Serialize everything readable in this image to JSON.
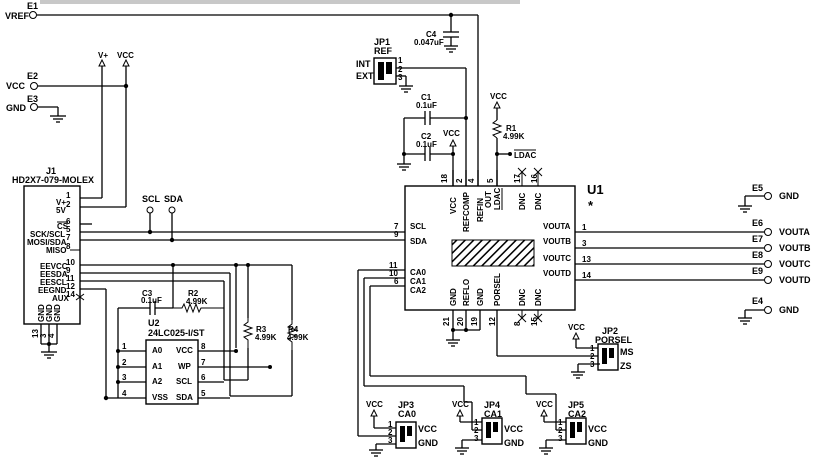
{
  "terminals": {
    "e1": {
      "ref": "E1",
      "net": "VREF"
    },
    "e2": {
      "ref": "E2",
      "net": "VCC"
    },
    "e3": {
      "ref": "E3",
      "net": "GND"
    },
    "e4": {
      "ref": "E4",
      "net": "GND"
    },
    "e5": {
      "ref": "E5",
      "net": "GND"
    },
    "e6": {
      "ref": "E6",
      "net": "VOUTA"
    },
    "e7": {
      "ref": "E7",
      "net": "VOUTB"
    },
    "e8": {
      "ref": "E8",
      "net": "VOUTC"
    },
    "e9": {
      "ref": "E9",
      "net": "VOUTD"
    }
  },
  "power": {
    "vplus": "V+",
    "vcc": "VCC",
    "scl": "SCL",
    "sda": "SDA",
    "ldac": "LDAC"
  },
  "j1": {
    "ref": "J1",
    "part": "HD2X7-079-MOLEX",
    "pins": [
      "1",
      "2",
      "6",
      "5",
      "7",
      "8",
      "10",
      "9",
      "11",
      "12",
      "14",
      "13",
      "3",
      "4"
    ],
    "labels": [
      "V+",
      "5V",
      "CS",
      "SCK/SCL",
      "MOSI/SDA",
      "MISO",
      "EEVCC",
      "EESDA",
      "EESCL",
      "EEGND",
      "AUX",
      "GND",
      "GND",
      "GND"
    ]
  },
  "caps": {
    "c1": {
      "ref": "C1",
      "value": "0.1uF"
    },
    "c2": {
      "ref": "C2",
      "value": "0.1uF"
    },
    "c3": {
      "ref": "C3",
      "value": "0.1uF"
    },
    "c4": {
      "ref": "C4",
      "value": "0.047uF"
    }
  },
  "resistors": {
    "r1": {
      "ref": "R1",
      "value": "4.99K"
    },
    "r2": {
      "ref": "R2",
      "value": "4.99K"
    },
    "r3": {
      "ref": "R3",
      "value": "4.99K"
    },
    "r4": {
      "ref": "R4",
      "value": "4.99K"
    }
  },
  "u1": {
    "ref": "U1",
    "star": "*",
    "top_labels": [
      "VCC",
      "REFCOMP",
      "REFIN",
      "OUT",
      "LDAC",
      "DNC",
      "DNC"
    ],
    "top_pins": [
      "18",
      "2",
      "4",
      "5",
      "17",
      "16"
    ],
    "left_labels": [
      "SCL",
      "SDA",
      "CA0",
      "CA1",
      "CA2"
    ],
    "left_pins": [
      "7",
      "9",
      "11",
      "10",
      "6"
    ],
    "right_labels": [
      "VOUTA",
      "VOUTB",
      "VOUTC",
      "VOUTD"
    ],
    "right_pins": [
      "1",
      "3",
      "13",
      "14"
    ],
    "bottom_labels": [
      "GND",
      "REFLO",
      "GND",
      "PORSEL",
      "DNC",
      "DNC"
    ],
    "bottom_pins": [
      "21",
      "20",
      "19",
      "12",
      "8",
      "15"
    ]
  },
  "u2": {
    "ref": "U2",
    "part": "24LC025-I/ST",
    "left_pins": [
      "1",
      "2",
      "3",
      "4"
    ],
    "left_labels": [
      "A0",
      "A1",
      "A2",
      "VSS"
    ],
    "right_pins": [
      "8",
      "7",
      "6",
      "5"
    ],
    "right_labels": [
      "VCC",
      "WP",
      "SCL",
      "SDA"
    ]
  },
  "jumpers": {
    "jp1": {
      "ref": "JP1",
      "name": "REF",
      "opt1": "INT",
      "opt2": "EXT"
    },
    "jp2": {
      "ref": "JP2",
      "name": "PORSEL",
      "opt1": "MS",
      "opt2": "ZS"
    },
    "jp3": {
      "ref": "JP3",
      "name": "CA0",
      "opt1": "VCC",
      "opt2": "GND"
    },
    "jp4": {
      "ref": "JP4",
      "name": "CA1",
      "opt1": "VCC",
      "opt2": "GND"
    },
    "jp5": {
      "ref": "JP5",
      "name": "CA2",
      "opt1": "VCC",
      "opt2": "GND"
    },
    "pins": [
      "1",
      "2",
      "3"
    ]
  }
}
